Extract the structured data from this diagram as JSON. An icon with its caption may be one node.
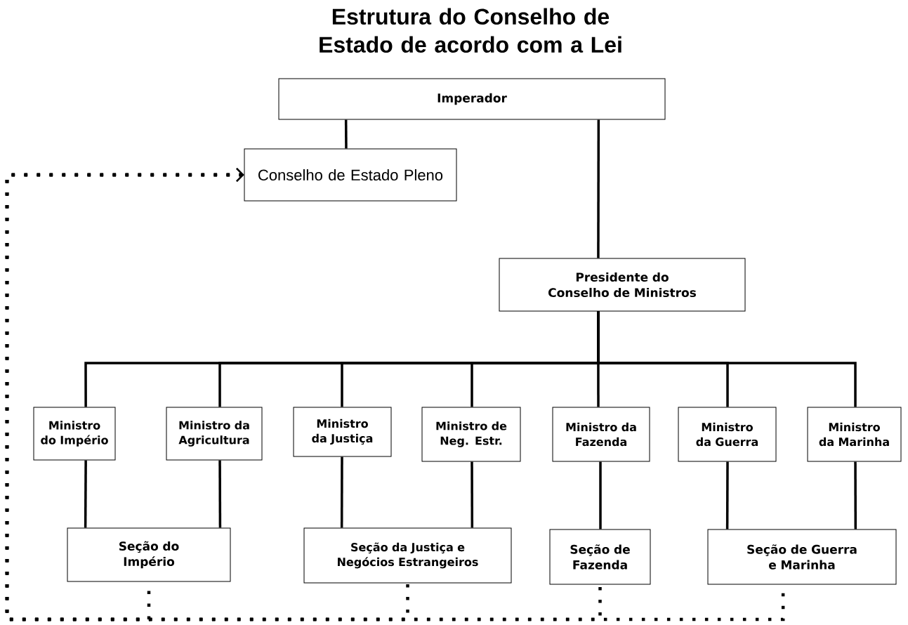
{
  "diagram": {
    "title": "Estrutura do Conselho de Estado de acordo com a Lei",
    "nodes": [
      {
        "text": [
          "Imperador"
        ]
      },
      {
        "text": [
          "Conselho de Estado Pleno"
        ]
      },
      {
        "text": [
          "Presidente do Conselho de Ministros"
        ]
      },
      {
        "text": [
          "Ministro do Império"
        ]
      },
      {
        "text": [
          "Ministro da Agricultura"
        ]
      },
      {
        "text": [
          "Ministro da Justiça"
        ]
      },
      {
        "text": [
          "Ministro de Neg. Estr."
        ]
      },
      {
        "text": [
          "Ministro da Fazenda"
        ]
      },
      {
        "text": [
          "Ministro da Guerra"
        ]
      },
      {
        "text": [
          "Ministro da Marinha"
        ]
      },
      {
        "text": [
          "Seção do Império"
        ]
      },
      {
        "text": [
          "Seção da Justiça e Negócios Estrangeiros"
        ]
      },
      {
        "text": [
          "Seção de Fazenda"
        ]
      },
      {
        "text": [
          "Seção de Guerra e Marinha"
        ]
      }
    ],
    "edges": [
      {
        "from": 0,
        "to": 1,
        "arrow": "none"
      },
      {
        "from": 0,
        "to": 2,
        "arrow": "none"
      },
      {
        "from": 2,
        "to": 3,
        "arrow": "none"
      },
      {
        "from": 2,
        "to": 4,
        "arrow": "none"
      },
      {
        "from": 2,
        "to": 5,
        "arrow": "none"
      },
      {
        "from": 2,
        "to": 6,
        "arrow": "none"
      },
      {
        "from": 2,
        "to": 7,
        "arrow": "none"
      },
      {
        "from": 2,
        "to": 8,
        "arrow": "none"
      },
      {
        "from": 2,
        "to": 9,
        "arrow": "none"
      },
      {
        "from": 3,
        "to": 10,
        "arrow": "none"
      },
      {
        "from": 4,
        "to": 10,
        "arrow": "none"
      },
      {
        "from": 5,
        "to": 11,
        "arrow": "none"
      },
      {
        "from": 6,
        "to": 11,
        "arrow": "none"
      },
      {
        "from": 7,
        "to": 12,
        "arrow": "none"
      },
      {
        "from": 8,
        "to": 13,
        "arrow": "none"
      },
      {
        "from": 9,
        "to": 13,
        "arrow": "none"
      },
      {
        "from": 10,
        "to": 1,
        "arrow": "to",
        "style": "dashed"
      },
      {
        "from": 11,
        "to": 1,
        "arrow": "to",
        "style": "dashed"
      },
      {
        "from": 12,
        "to": 1,
        "arrow": "to",
        "style": "dashed"
      },
      {
        "from": 13,
        "to": 1,
        "arrow": "to",
        "style": "dashed"
      }
    ]
  }
}
